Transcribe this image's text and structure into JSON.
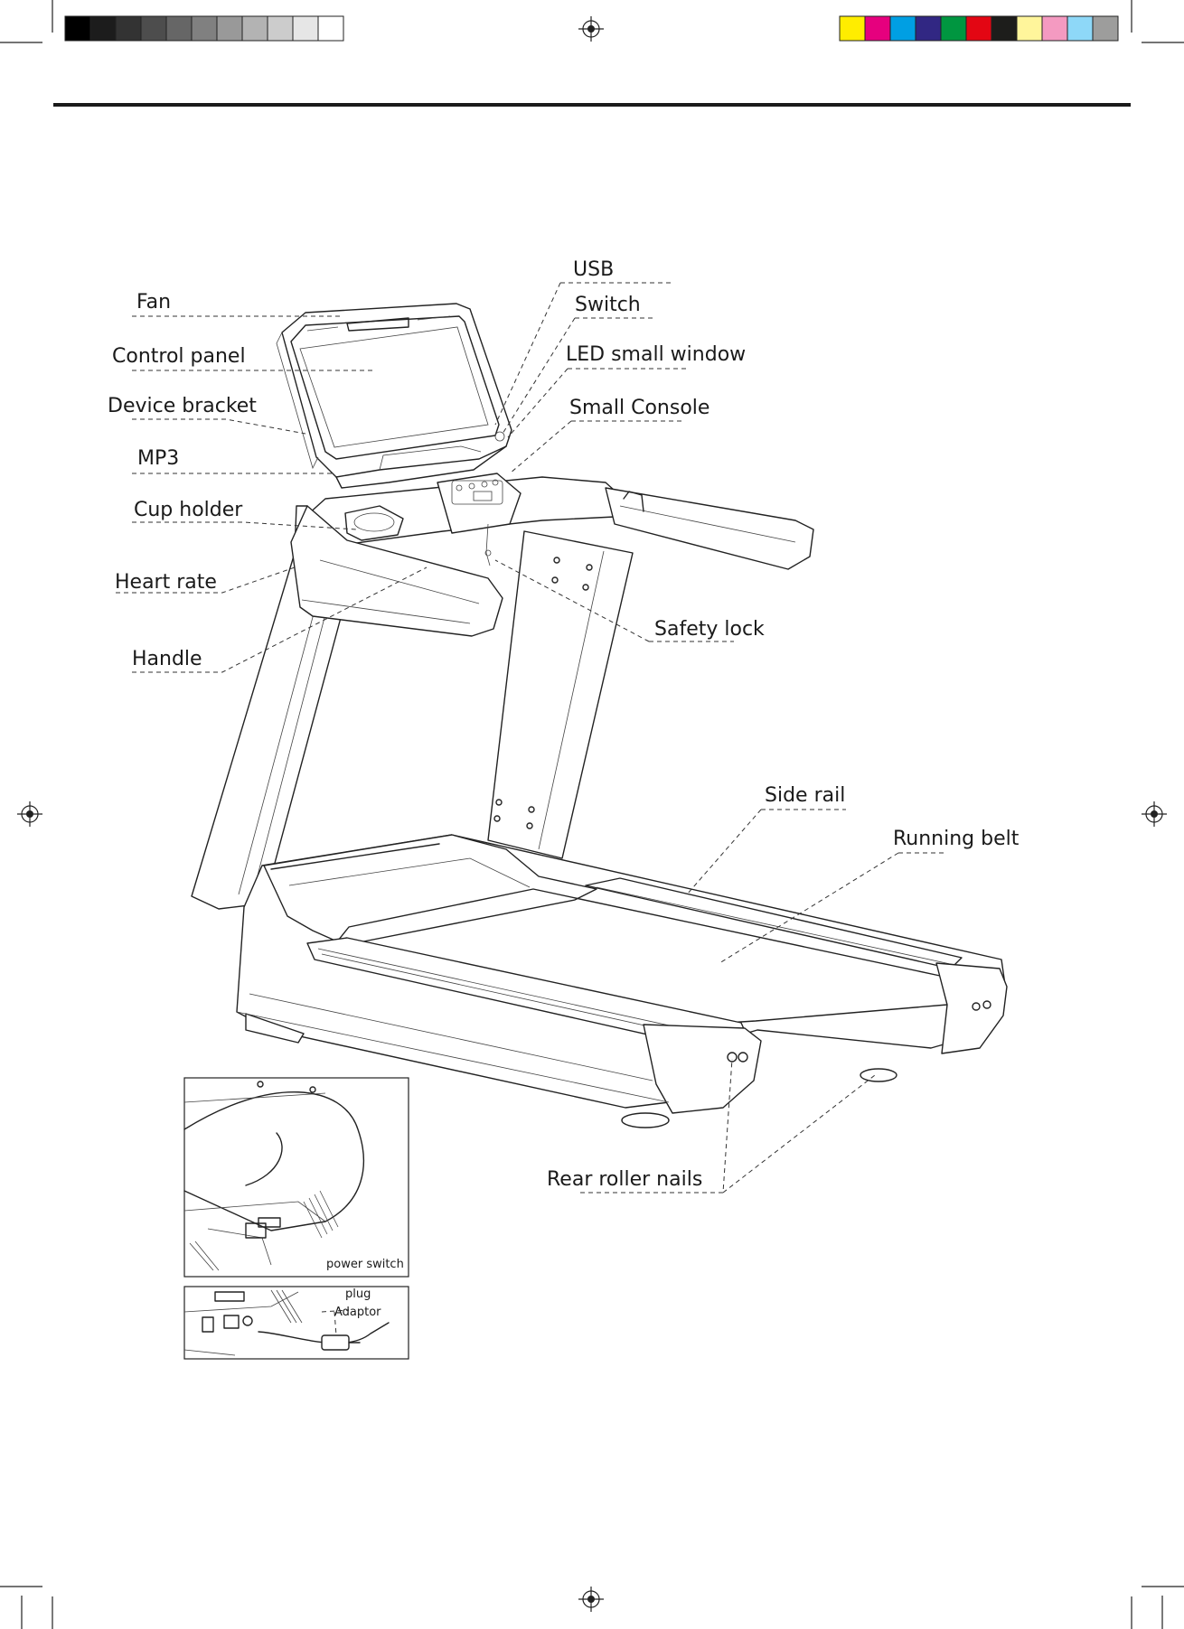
{
  "color_bar": {
    "grays": [
      "#000000",
      "#1c1c1c",
      "#333333",
      "#4d4d4d",
      "#666666",
      "#808080",
      "#999999",
      "#b3b3b3",
      "#cccccc",
      "#e6e6e6",
      "#ffffff"
    ],
    "process": [
      "#ffed00",
      "#e6007e",
      "#009fe3",
      "#312783",
      "#009640",
      "#e30613",
      "#1d1d1b",
      "#fff59b",
      "#f49ac1",
      "#8ed8f8",
      "#9d9d9c"
    ]
  },
  "labels": {
    "fan": "Fan",
    "control_panel": "Control panel",
    "device_bracket": "Device bracket",
    "mp3": "MP3",
    "cup_holder": "Cup holder",
    "heart_rate": "Heart rate",
    "handle": "Handle",
    "usb": "USB",
    "switch": "Switch",
    "led_small_window": "LED small window",
    "small_console": "Small Console",
    "safety_lock": "Safety lock",
    "side_rail": "Side rail",
    "running_belt": "Running belt",
    "rear_roller_nails": "Rear roller nails"
  },
  "insets": {
    "power_switch": "power switch",
    "plug": "plug",
    "adaptor": "Adaptor"
  }
}
